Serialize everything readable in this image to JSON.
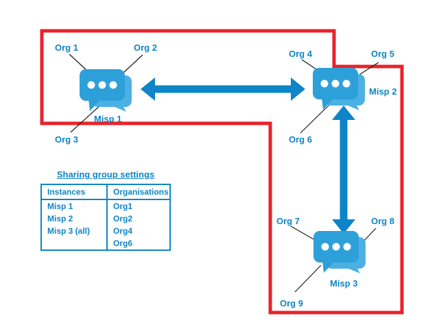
{
  "labels": {
    "org1": "Org 1",
    "org2": "Org 2",
    "org3": "Org 3",
    "org4": "Org 4",
    "org5": "Org 5",
    "org6": "Org 6",
    "org7": "Org 7",
    "org8": "Org 8",
    "org9": "Org 9",
    "misp1": "Misp 1",
    "misp2": "Misp 2",
    "misp3": "Misp 3"
  },
  "table": {
    "title": "Sharing group settings",
    "headers": [
      "Instances",
      "Organisations"
    ],
    "instances": [
      "Misp 1",
      "Misp 2",
      "Misp 3 (all)"
    ],
    "organisations": [
      "Org1",
      "Org2",
      "Org4",
      "Org6"
    ]
  },
  "diagram": {
    "icons": "chat-bubbles-icon",
    "connections": [
      "Misp 1 <-> Misp 2",
      "Misp 2 <-> Misp 3"
    ],
    "org_links": {
      "Misp 1": [
        "Org 1",
        "Org 2",
        "Org 3"
      ],
      "Misp 2": [
        "Org 4",
        "Org 5",
        "Org 6"
      ],
      "Misp 3": [
        "Org 7",
        "Org 8",
        "Org 9"
      ]
    },
    "inside_red_boundary": [
      "Org 1",
      "Org 2",
      "Org 4",
      "Org 6",
      "Org 7",
      "Org 8",
      "Org 9"
    ],
    "outside_red_boundary": [
      "Org 3",
      "Org 5"
    ]
  },
  "colors": {
    "boundary-red": "#e9222a",
    "brand-blue": "#0d85c6",
    "icon-front-blue": "#2da0da",
    "icon-back-blue": "#4bb1e3",
    "connector-black": "#1a1a1a"
  }
}
